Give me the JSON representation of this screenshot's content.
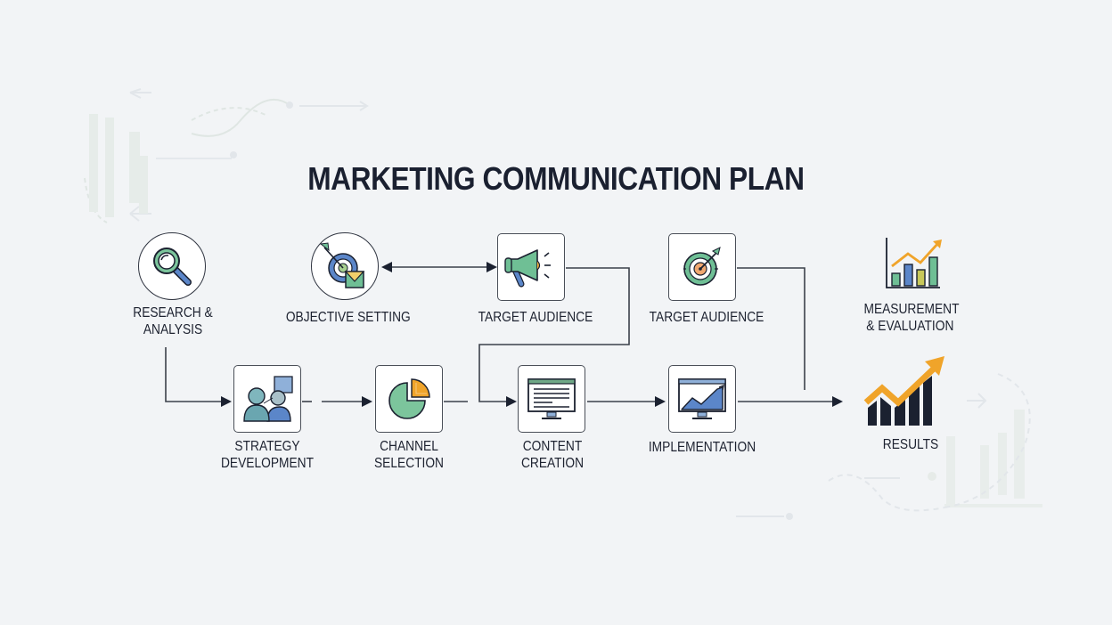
{
  "title": "MARKETING COMMUNICATION PLAN",
  "colors": {
    "background": "#f2f4f6",
    "text": "#1b2130",
    "line": "#3b404a",
    "green": "#6fbf95",
    "blue": "#5b86c9",
    "orange": "#f0a42a",
    "yellow": "#e8c85a",
    "dark": "#1b2130"
  },
  "nodes": [
    {
      "id": "research",
      "label_lines": [
        "RESEARCH &",
        "ANALYSIS"
      ],
      "icon": "magnifier-icon",
      "shape": "circle"
    },
    {
      "id": "objective",
      "label_lines": [
        "OBJECTIVE SETTING"
      ],
      "icon": "target-envelope-icon",
      "shape": "circle"
    },
    {
      "id": "target-audience-1",
      "label_lines": [
        "TARGET AUDIENCE"
      ],
      "icon": "megaphone-icon",
      "shape": "box"
    },
    {
      "id": "target-audience-2",
      "label_lines": [
        "TARGET AUDIENCE"
      ],
      "icon": "bullseye-icon",
      "shape": "box"
    },
    {
      "id": "measurement",
      "label_lines": [
        "MEASUREMENT",
        "& EVALUATION"
      ],
      "icon": "bar-chart-trend-icon",
      "shape": "plain"
    },
    {
      "id": "strategy",
      "label_lines": [
        "STRATEGY",
        "DEVELOPMENT"
      ],
      "icon": "people-discussion-icon",
      "shape": "box"
    },
    {
      "id": "channel",
      "label_lines": [
        "CHANNEL",
        "SELECTION"
      ],
      "icon": "pie-chart-icon",
      "shape": "box"
    },
    {
      "id": "content",
      "label_lines": [
        "CONTENT",
        "CREATION"
      ],
      "icon": "monitor-document-icon",
      "shape": "box"
    },
    {
      "id": "implementation",
      "label_lines": [
        "IMPLEMENTATION"
      ],
      "icon": "monitor-chart-icon",
      "shape": "box"
    },
    {
      "id": "results",
      "label_lines": [
        "RESULTS"
      ],
      "icon": "growth-bars-icon",
      "shape": "plain"
    }
  ],
  "edges": [
    {
      "from": "research",
      "to": "strategy"
    },
    {
      "from": "target-audience-1",
      "to": "objective",
      "bidirectional": true
    },
    {
      "from": "strategy",
      "to": "channel"
    },
    {
      "from": "channel",
      "to": "content"
    },
    {
      "from": "target-audience-1",
      "to": "content"
    },
    {
      "from": "content",
      "to": "implementation"
    },
    {
      "from": "implementation",
      "to": "results"
    },
    {
      "from": "target-audience-2",
      "to": "results"
    }
  ]
}
